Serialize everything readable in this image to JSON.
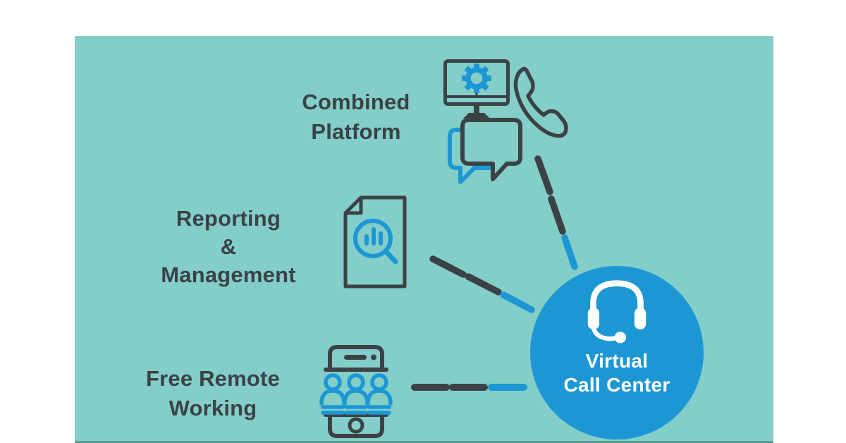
{
  "colors": {
    "background": "#ffffff",
    "panel": "#83cec8",
    "accent": "#1d97d4",
    "dark": "#3b4246",
    "white": "#ffffff"
  },
  "features": [
    {
      "name": "combined-platform",
      "lines": [
        "Combined",
        "Platform"
      ]
    },
    {
      "name": "reporting-management",
      "lines": [
        "Reporting",
        "&",
        "Management"
      ]
    },
    {
      "name": "free-remote-working",
      "lines": [
        "Free Remote",
        "Working"
      ]
    }
  ],
  "hub": {
    "lines": [
      "Virtual",
      "Call Center"
    ]
  },
  "icons": [
    "monitor-gear-icon",
    "phone-handset-icon",
    "chat-bubbles-icon",
    "report-document-magnifier-icon",
    "smartphone-team-icon",
    "headset-icon"
  ]
}
